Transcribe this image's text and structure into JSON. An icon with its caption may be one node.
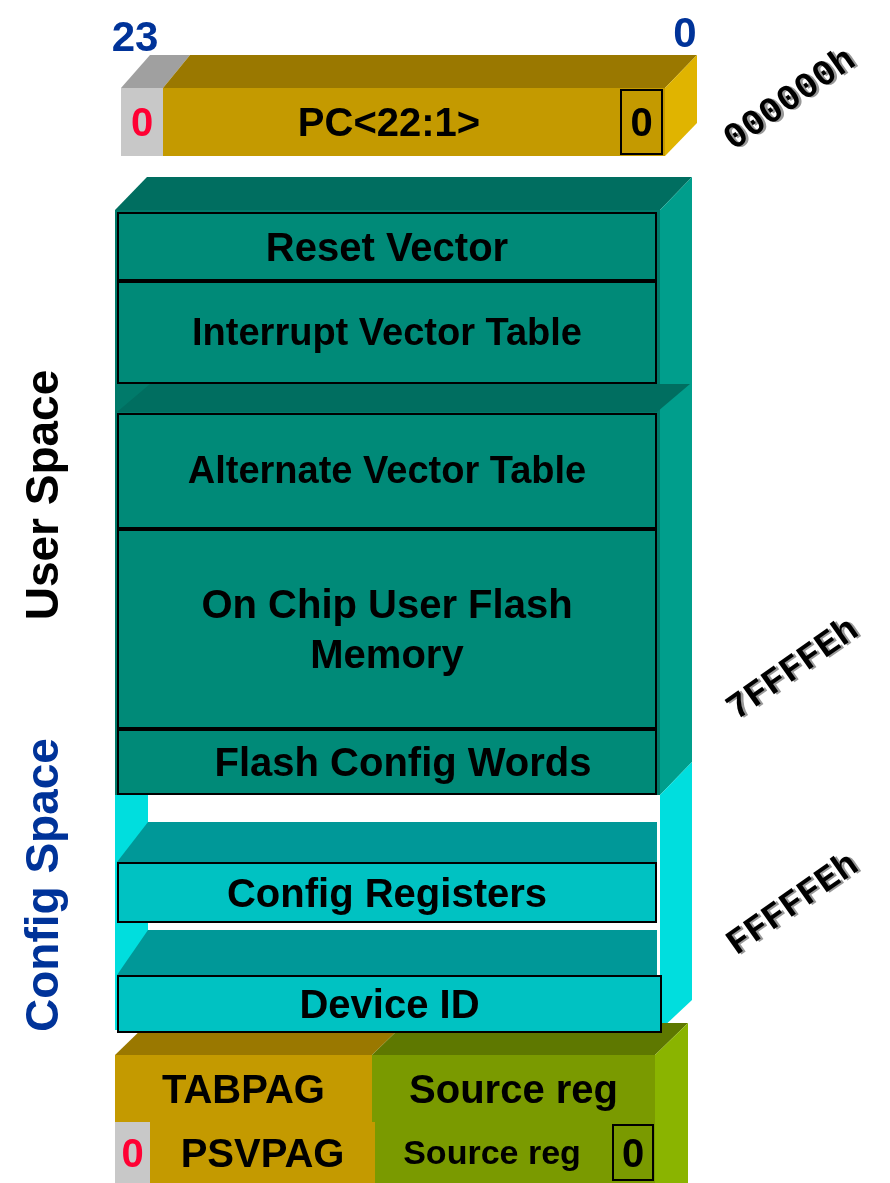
{
  "diagram": {
    "nodes": [
      {
        "text": [
          "0"
        ]
      },
      {
        "text": [
          "PC<22:1>"
        ]
      },
      {
        "text": [
          "0"
        ],
        "in": 1
      },
      {
        "text": [
          "Reset Vector"
        ]
      },
      {
        "text": [
          "Interrupt Vector Table"
        ]
      },
      {
        "text": [
          "Alternate Vector Table"
        ]
      },
      {
        "text": [
          "On Chip User Flash Memory"
        ]
      },
      {
        "text": [
          "Flash Config Words"
        ]
      },
      {
        "text": [
          "Config Registers"
        ]
      },
      {
        "text": [
          "Device ID"
        ]
      },
      {
        "text": [
          "TABPAG"
        ]
      },
      {
        "text": [
          "Source reg"
        ]
      },
      {
        "text": [
          "0"
        ]
      },
      {
        "text": [
          "PSVPAG"
        ]
      },
      {
        "text": [
          "Source reg"
        ]
      },
      {
        "text": [
          "0"
        ],
        "in": 14
      }
    ],
    "labels": [
      "23",
      "0",
      "000000h",
      "User Space",
      "Config Space",
      "7FFFFEh",
      "FFFFFEh"
    ]
  }
}
